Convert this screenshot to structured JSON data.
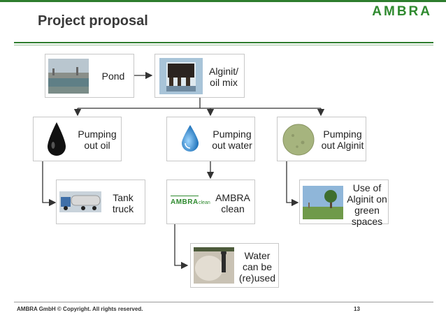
{
  "header": {
    "title": "Project proposal",
    "brand": "AMBRA"
  },
  "nodes": {
    "pond": "Pond",
    "mix": "Alginit/\noil mix",
    "oil": "Pumping\nout oil",
    "water": "Pumping\nout water",
    "alginit": "Pumping\nout Alginit",
    "truck": "Tank\ntruck",
    "clean": "AMBRA\nclean",
    "green": "Use of\nAlginit on\ngreen\nspaces",
    "reuse": "Water\ncan be\n(re)used"
  },
  "logo": {
    "main": "AMBRA",
    "sub": "clean"
  },
  "colors": {
    "brand_green": "#2f8a2f",
    "water_blue": "#2a8fd6"
  },
  "footer": {
    "copyright": "AMBRA GmbH © Copyright. All rights reserved.",
    "page": "13"
  }
}
